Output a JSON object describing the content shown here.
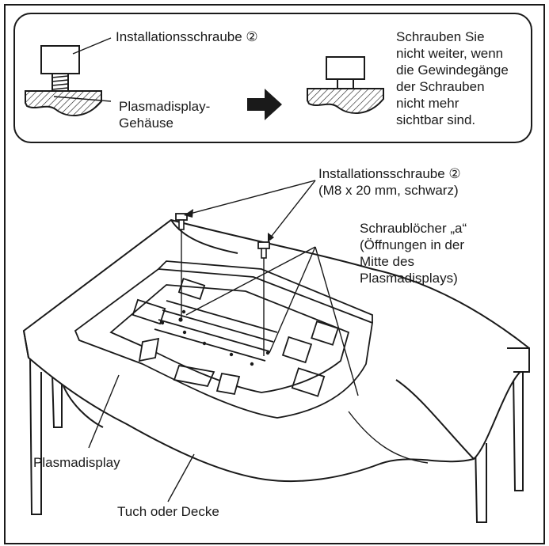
{
  "inset": {
    "screw_label": "Installationsschraube ②",
    "housing_label": [
      "Plasmadisplay-",
      "Gehäuse"
    ],
    "instruction": [
      "Schrauben Sie",
      "nicht weiter, wenn",
      "die Gewindegänge",
      "der Schrauben",
      "nicht mehr",
      "sichtbar sind."
    ]
  },
  "main": {
    "screw_label": [
      "Installationsschraube ②",
      "(M8 x 20 mm, schwarz)"
    ],
    "holes_label": [
      "Schraublöcher „a“",
      "(Öffnungen in der",
      "Mitte des",
      "Plasmadisplays)"
    ],
    "display_label": "Plasmadisplay",
    "cloth_label": "Tuch oder Decke"
  },
  "colors": {
    "line": "#1a1a1a",
    "background": "#ffffff"
  }
}
